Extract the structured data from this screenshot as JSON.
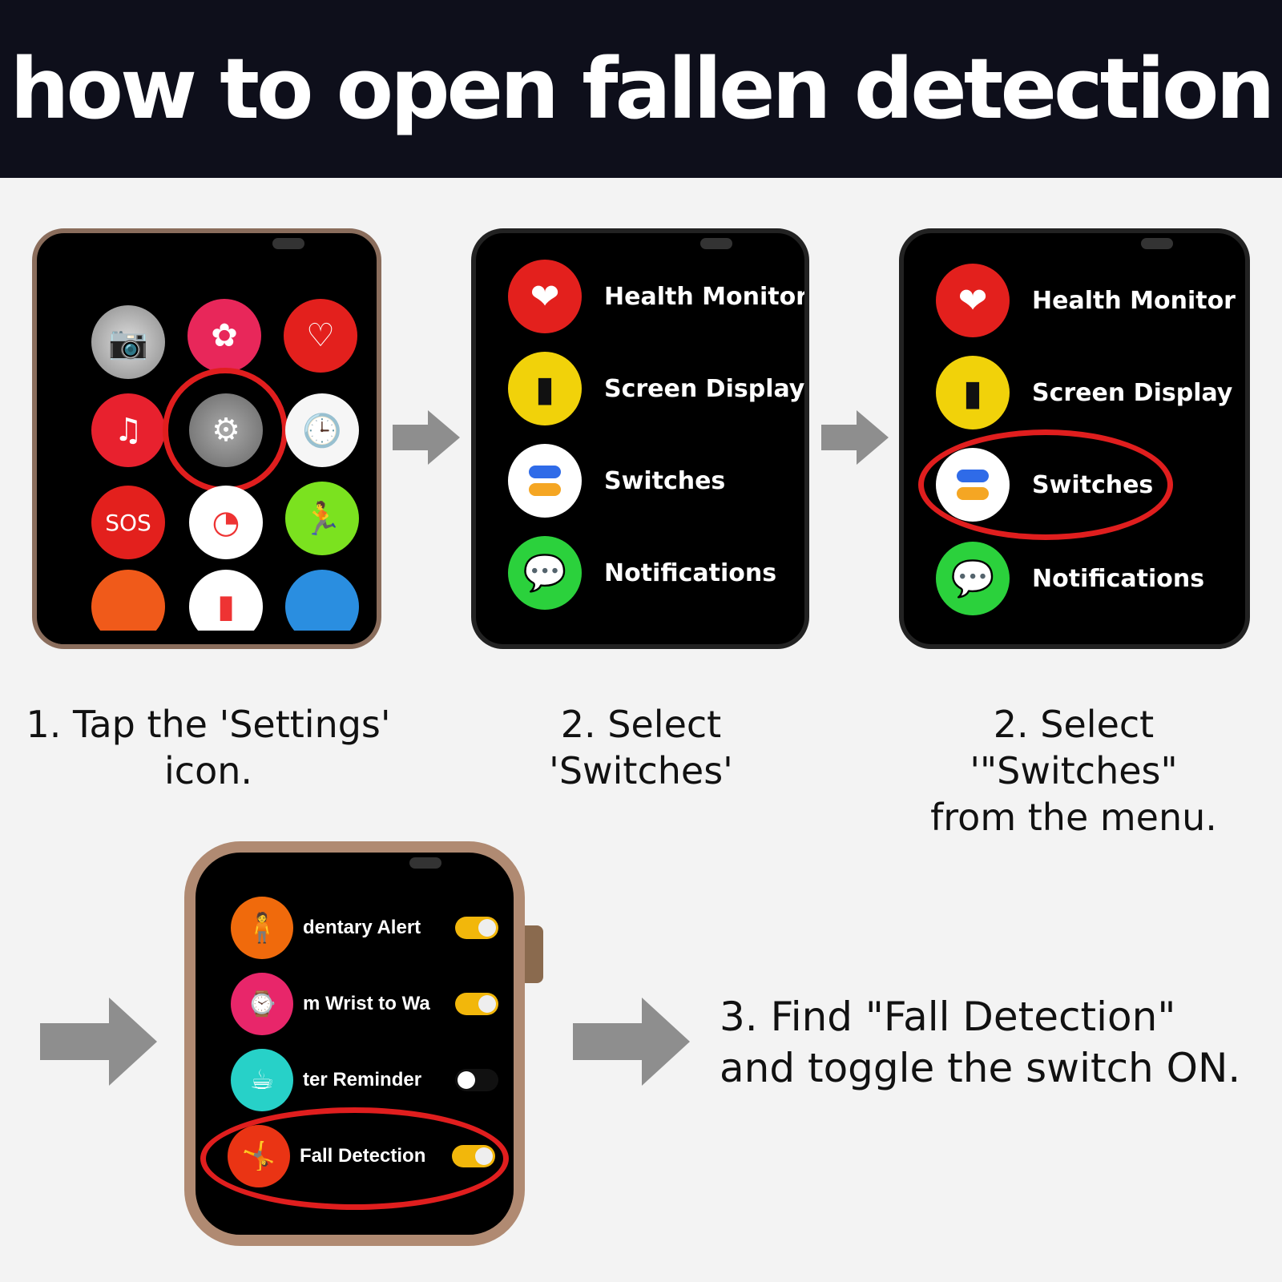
{
  "title": "how to open fallen detection",
  "step1": {
    "caption_line1": "1. Tap the 'Settings'",
    "caption_line2": "icon.",
    "apps": [
      "camera",
      "mindfulness",
      "heart-rate",
      "music",
      "settings",
      "clock",
      "sos",
      "activity",
      "workout",
      "timer",
      "noise",
      "weather"
    ],
    "sos_label": "SOS"
  },
  "step2": {
    "caption_line1": "2. Select 'Switches'",
    "menu": [
      "Health Monitor",
      "Screen Display",
      "Switches",
      "Notifications"
    ]
  },
  "step2b": {
    "caption_line1": "2. Select '\"Switches\"",
    "caption_line2": "from the menu.",
    "menu": [
      "Health Monitor",
      "Screen Display",
      "Switches",
      "Notifications"
    ]
  },
  "step3": {
    "caption_line1": "3. Find \"Fall Detection\"",
    "caption_line2": "and toggle the switch ON.",
    "switches": [
      {
        "label": "dentary Alert",
        "on": true
      },
      {
        "label": "m Wrist to Wa",
        "on": true
      },
      {
        "label": "ter Reminder",
        "on": false
      },
      {
        "label": "Fall Detection",
        "on": true
      }
    ]
  },
  "colors": {
    "highlight": "#e01e1e",
    "toggle_on": "#f2b70b",
    "header_bg": "#0e0f1b"
  }
}
